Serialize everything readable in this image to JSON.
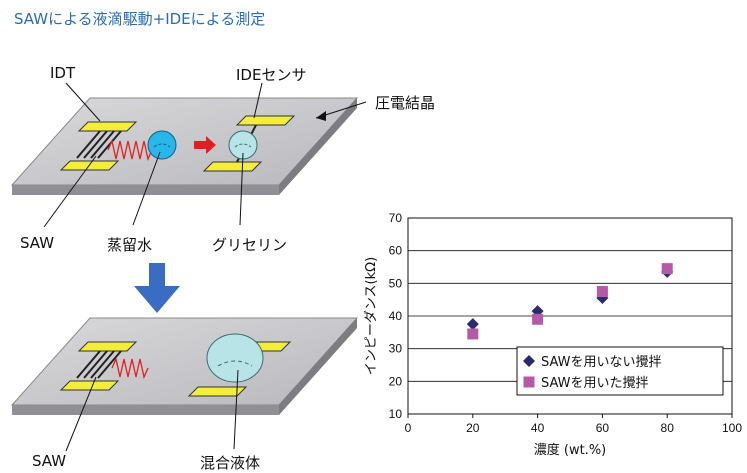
{
  "heading": "SAWによる液滴駆動+IDEによる測定",
  "labels": {
    "idt": "IDT",
    "ide_sensor": "IDEセンサ",
    "crystal": "圧電結晶",
    "saw_top": "SAW",
    "distilled_water": "蒸留水",
    "glycerin": "グリセリン",
    "saw_bottom": "SAW",
    "mixed_liquid": "混合液体"
  },
  "colors": {
    "heading": "#2b6cb8",
    "water_droplet": "#29b6e8",
    "glycerin_droplet": "#b8e4e8",
    "electrode": "#f2ee3a",
    "arrow_red": "#e02020",
    "arrow_blue": "#3b6cc4",
    "series_no_saw": "#2a2a6e",
    "series_saw": "#b45aa8"
  },
  "chart_data": {
    "type": "scatter",
    "xlabel": "濃度 (wt.%)",
    "ylabel": "インピーダンス(kΩ)",
    "xlim": [
      0,
      100
    ],
    "ylim": [
      10,
      70
    ],
    "xticks": [
      "0",
      "20",
      "40",
      "60",
      "80",
      "100"
    ],
    "yticks": [
      "10",
      "20",
      "30",
      "40",
      "50",
      "60",
      "70"
    ],
    "grid": "horizontal",
    "legend_position": "bottom-right",
    "series": [
      {
        "name": "SAWを用いない攪拌",
        "marker": "diamond",
        "x": [
          20,
          40,
          60,
          80
        ],
        "y": [
          37.5,
          41.5,
          45.5,
          53.5
        ]
      },
      {
        "name": "SAWを用いた攪拌",
        "marker": "square",
        "x": [
          20,
          40,
          60,
          80
        ],
        "y": [
          34.5,
          39,
          47.5,
          54.5
        ]
      }
    ]
  }
}
